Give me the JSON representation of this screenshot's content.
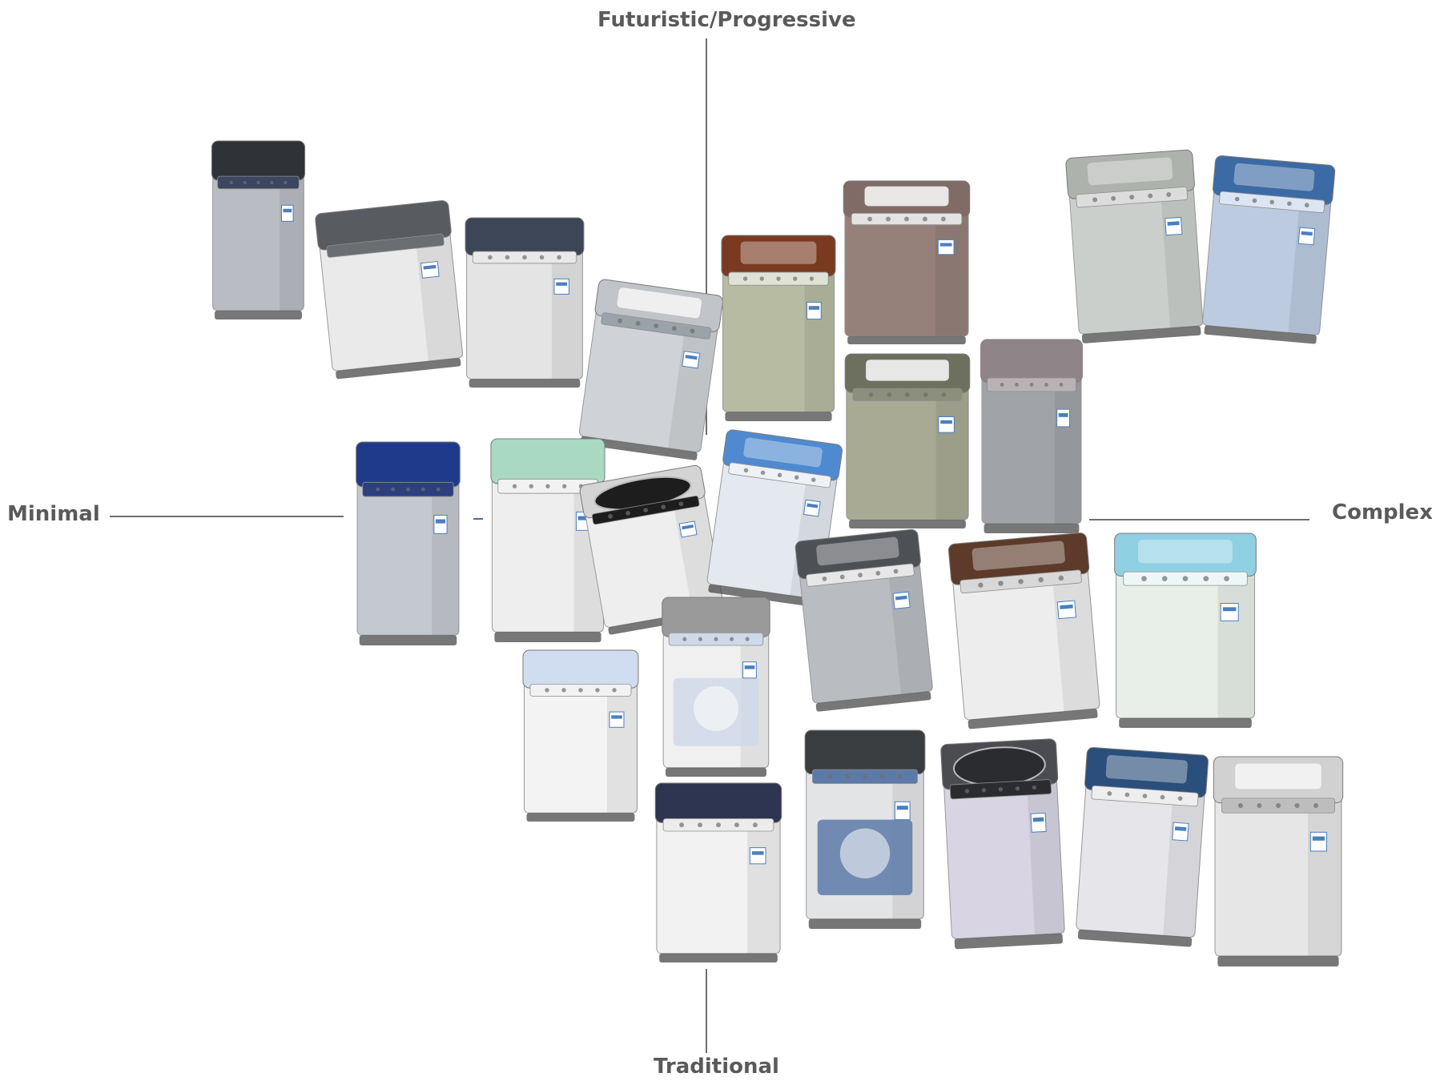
{
  "axes": {
    "top": "Futuristic/Progressive",
    "bottom": "Traditional",
    "left": "Minimal",
    "right": "Complex"
  },
  "machines": [
    {
      "body": "#b9bcc2",
      "lid": "#2f3338",
      "panel": "#3c4660",
      "style": "slab"
    },
    {
      "body": "#eaeaea",
      "lid": "#585c61",
      "panel": "#6a6e73",
      "style": "slab"
    },
    {
      "body": "#e4e4e4",
      "lid": "#3d4656",
      "panel": "#e9e9e9",
      "style": "slab"
    },
    {
      "body": "#cfd2d6",
      "lid": "#c0c4c8",
      "panel": "#9aa2aa",
      "style": "open"
    },
    {
      "body": "#b6bba1",
      "lid": "#7a3a22",
      "panel": "#e1e2d6",
      "style": "window"
    },
    {
      "body": "#96807a",
      "lid": "#806b66",
      "panel": "#e3e3e3",
      "style": "open"
    },
    {
      "body": "#cbcfcb",
      "lid": "#aeb2ad",
      "panel": "#dcdcdc",
      "style": "window"
    },
    {
      "body": "#bccbe0",
      "lid": "#3c6aa5",
      "panel": "#dce6f2",
      "style": "window"
    },
    {
      "body": "#c4c8cf",
      "lid": "#1f3a8a",
      "panel": "#2c3f80",
      "style": "slab"
    },
    {
      "body": "#eeeeee",
      "lid": "#a9d9c2",
      "panel": "#f2f2f2",
      "style": "slab"
    },
    {
      "body": "#eeeeee",
      "lid": "#d4d4d4",
      "panel": "#1d1d1d",
      "style": "drum"
    },
    {
      "body": "#e4e8ef",
      "lid": "#4f8ad0",
      "panel": "#eef2f6",
      "style": "window"
    },
    {
      "body": "#a8aa94",
      "lid": "#6e705f",
      "panel": "#8d8f7d",
      "style": "open"
    },
    {
      "body": "#a0a4a8",
      "lid": "#8f8589",
      "panel": "#b9b2b5",
      "style": "slab"
    },
    {
      "body": "#b9bcc0",
      "lid": "#4d5156",
      "panel": "#e7e7e7",
      "style": "window"
    },
    {
      "body": "#ededed",
      "lid": "#5d3a2a",
      "panel": "#d8d8d8",
      "style": "window"
    },
    {
      "body": "#e8eee8",
      "lid": "#8fd0e2",
      "panel": "#eef7f7",
      "style": "window"
    },
    {
      "body": "#f3f3f3",
      "lid": "#d0dcef",
      "panel": "#f2f2f2",
      "style": "slab"
    },
    {
      "body": "#f0f0f0",
      "lid": "#9a9a9a",
      "panel": "#cfd9e8",
      "style": "poster"
    },
    {
      "body": "#f2f2f2",
      "lid": "#2e3550",
      "panel": "#ececec",
      "style": "slab"
    },
    {
      "body": "#e3e4e6",
      "lid": "#3a3d40",
      "panel": "#5c7aa8",
      "style": "poster"
    },
    {
      "body": "#d8d4e4",
      "lid": "#4a4c52",
      "panel": "#2a2c30",
      "style": "drum"
    },
    {
      "body": "#e6e6ea",
      "lid": "#2b4f7c",
      "panel": "#eeeeee",
      "style": "window"
    },
    {
      "body": "#e6e6e6",
      "lid": "#d1d1d1",
      "panel": "#bdbdbd",
      "style": "open"
    },
    {
      "body": "#c9cbc4",
      "lid": "#a9aaa3",
      "panel": "#cfd0cb",
      "style": "open"
    },
    {
      "body": "#cfd6e8",
      "lid": "#4f73c9",
      "panel": "#c2d0ea",
      "style": "window"
    }
  ]
}
